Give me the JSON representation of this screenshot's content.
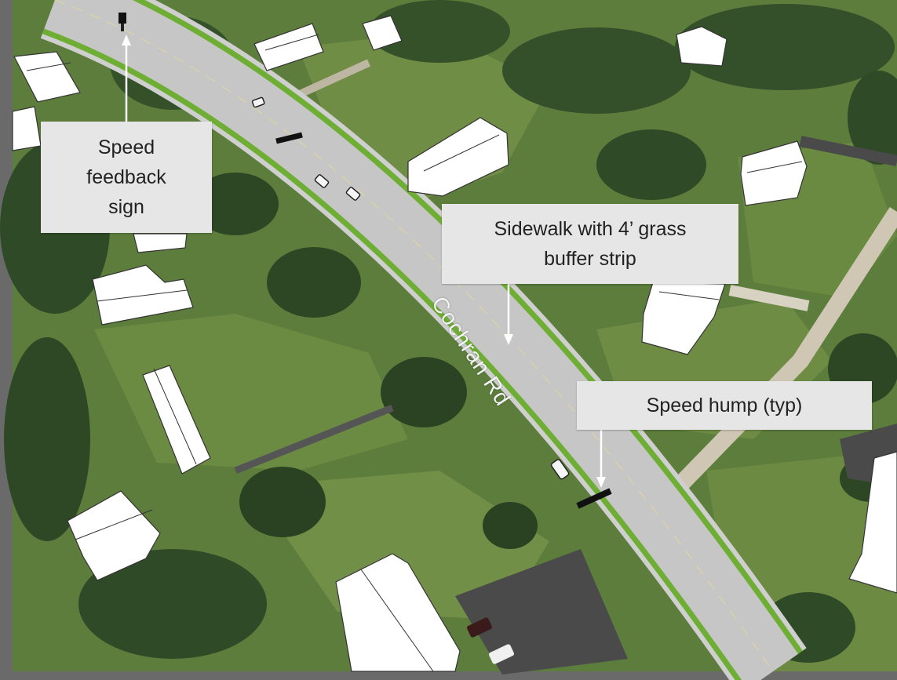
{
  "road": {
    "name": "Cochran Rd"
  },
  "callouts": {
    "speed_feedback": {
      "text": "Speed\nfeedback\nsign"
    },
    "sidewalk": {
      "text": "Sidewalk with 4’ grass\nbuffer strip"
    },
    "speed_hump": {
      "text": "Speed hump (typ)"
    }
  },
  "colors": {
    "grass": "#5c7d3c",
    "trees": "#2f4a26",
    "road": "#c8c8c8",
    "buffer_strip": "#6fae35",
    "building": "#ffffff",
    "callout_bg": "#e6e6e6",
    "border_gray": "#6a6a6a"
  }
}
